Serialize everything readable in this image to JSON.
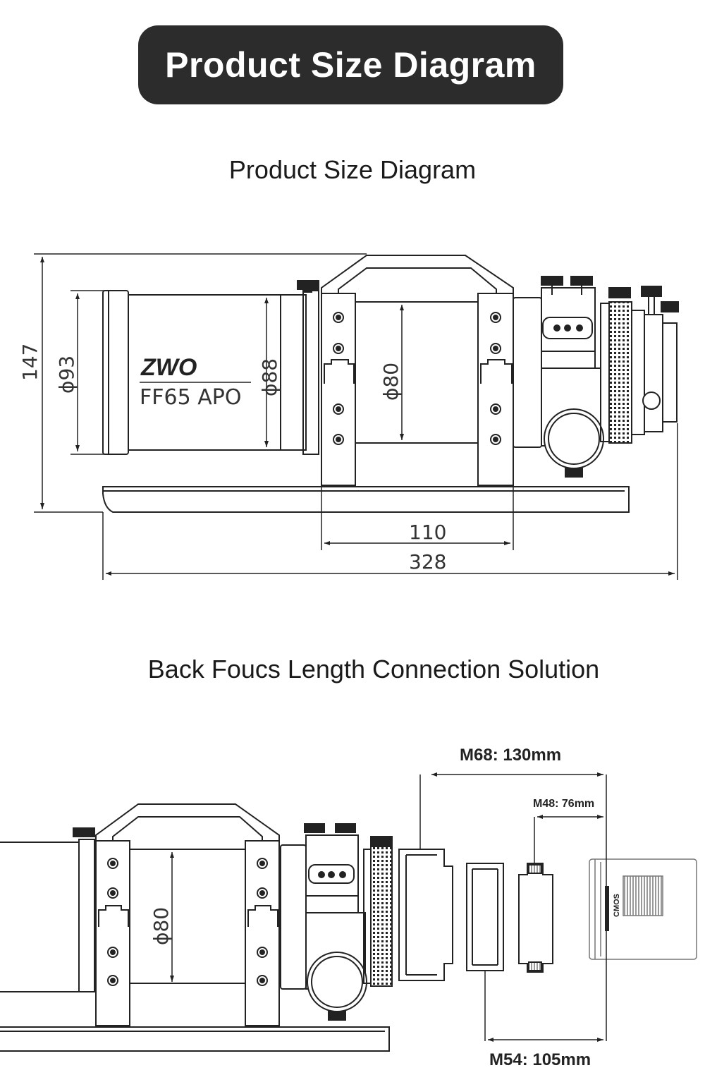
{
  "header": {
    "title": "Product Size Diagram"
  },
  "section1": {
    "title": "Product Size Diagram",
    "brand": "ZWO",
    "model": "FF65 APO",
    "dimensions": {
      "height": "147",
      "dew_shield_diameter": "ϕ93",
      "tube_diameter": "ϕ88",
      "ring_diameter": "ϕ80",
      "ring_span": "110",
      "total_length": "328"
    }
  },
  "section2": {
    "title": "Back Foucs Length Connection Solution",
    "ring_diameter": "ϕ80",
    "camera_label": "CMOS",
    "labels": {
      "m68": "M68: 130mm",
      "m48": "M48: 76mm",
      "m54": "M54: 105mm"
    }
  },
  "colors": {
    "banner_bg": "#2c2c2c",
    "banner_text": "#ffffff",
    "line": "#222222"
  }
}
